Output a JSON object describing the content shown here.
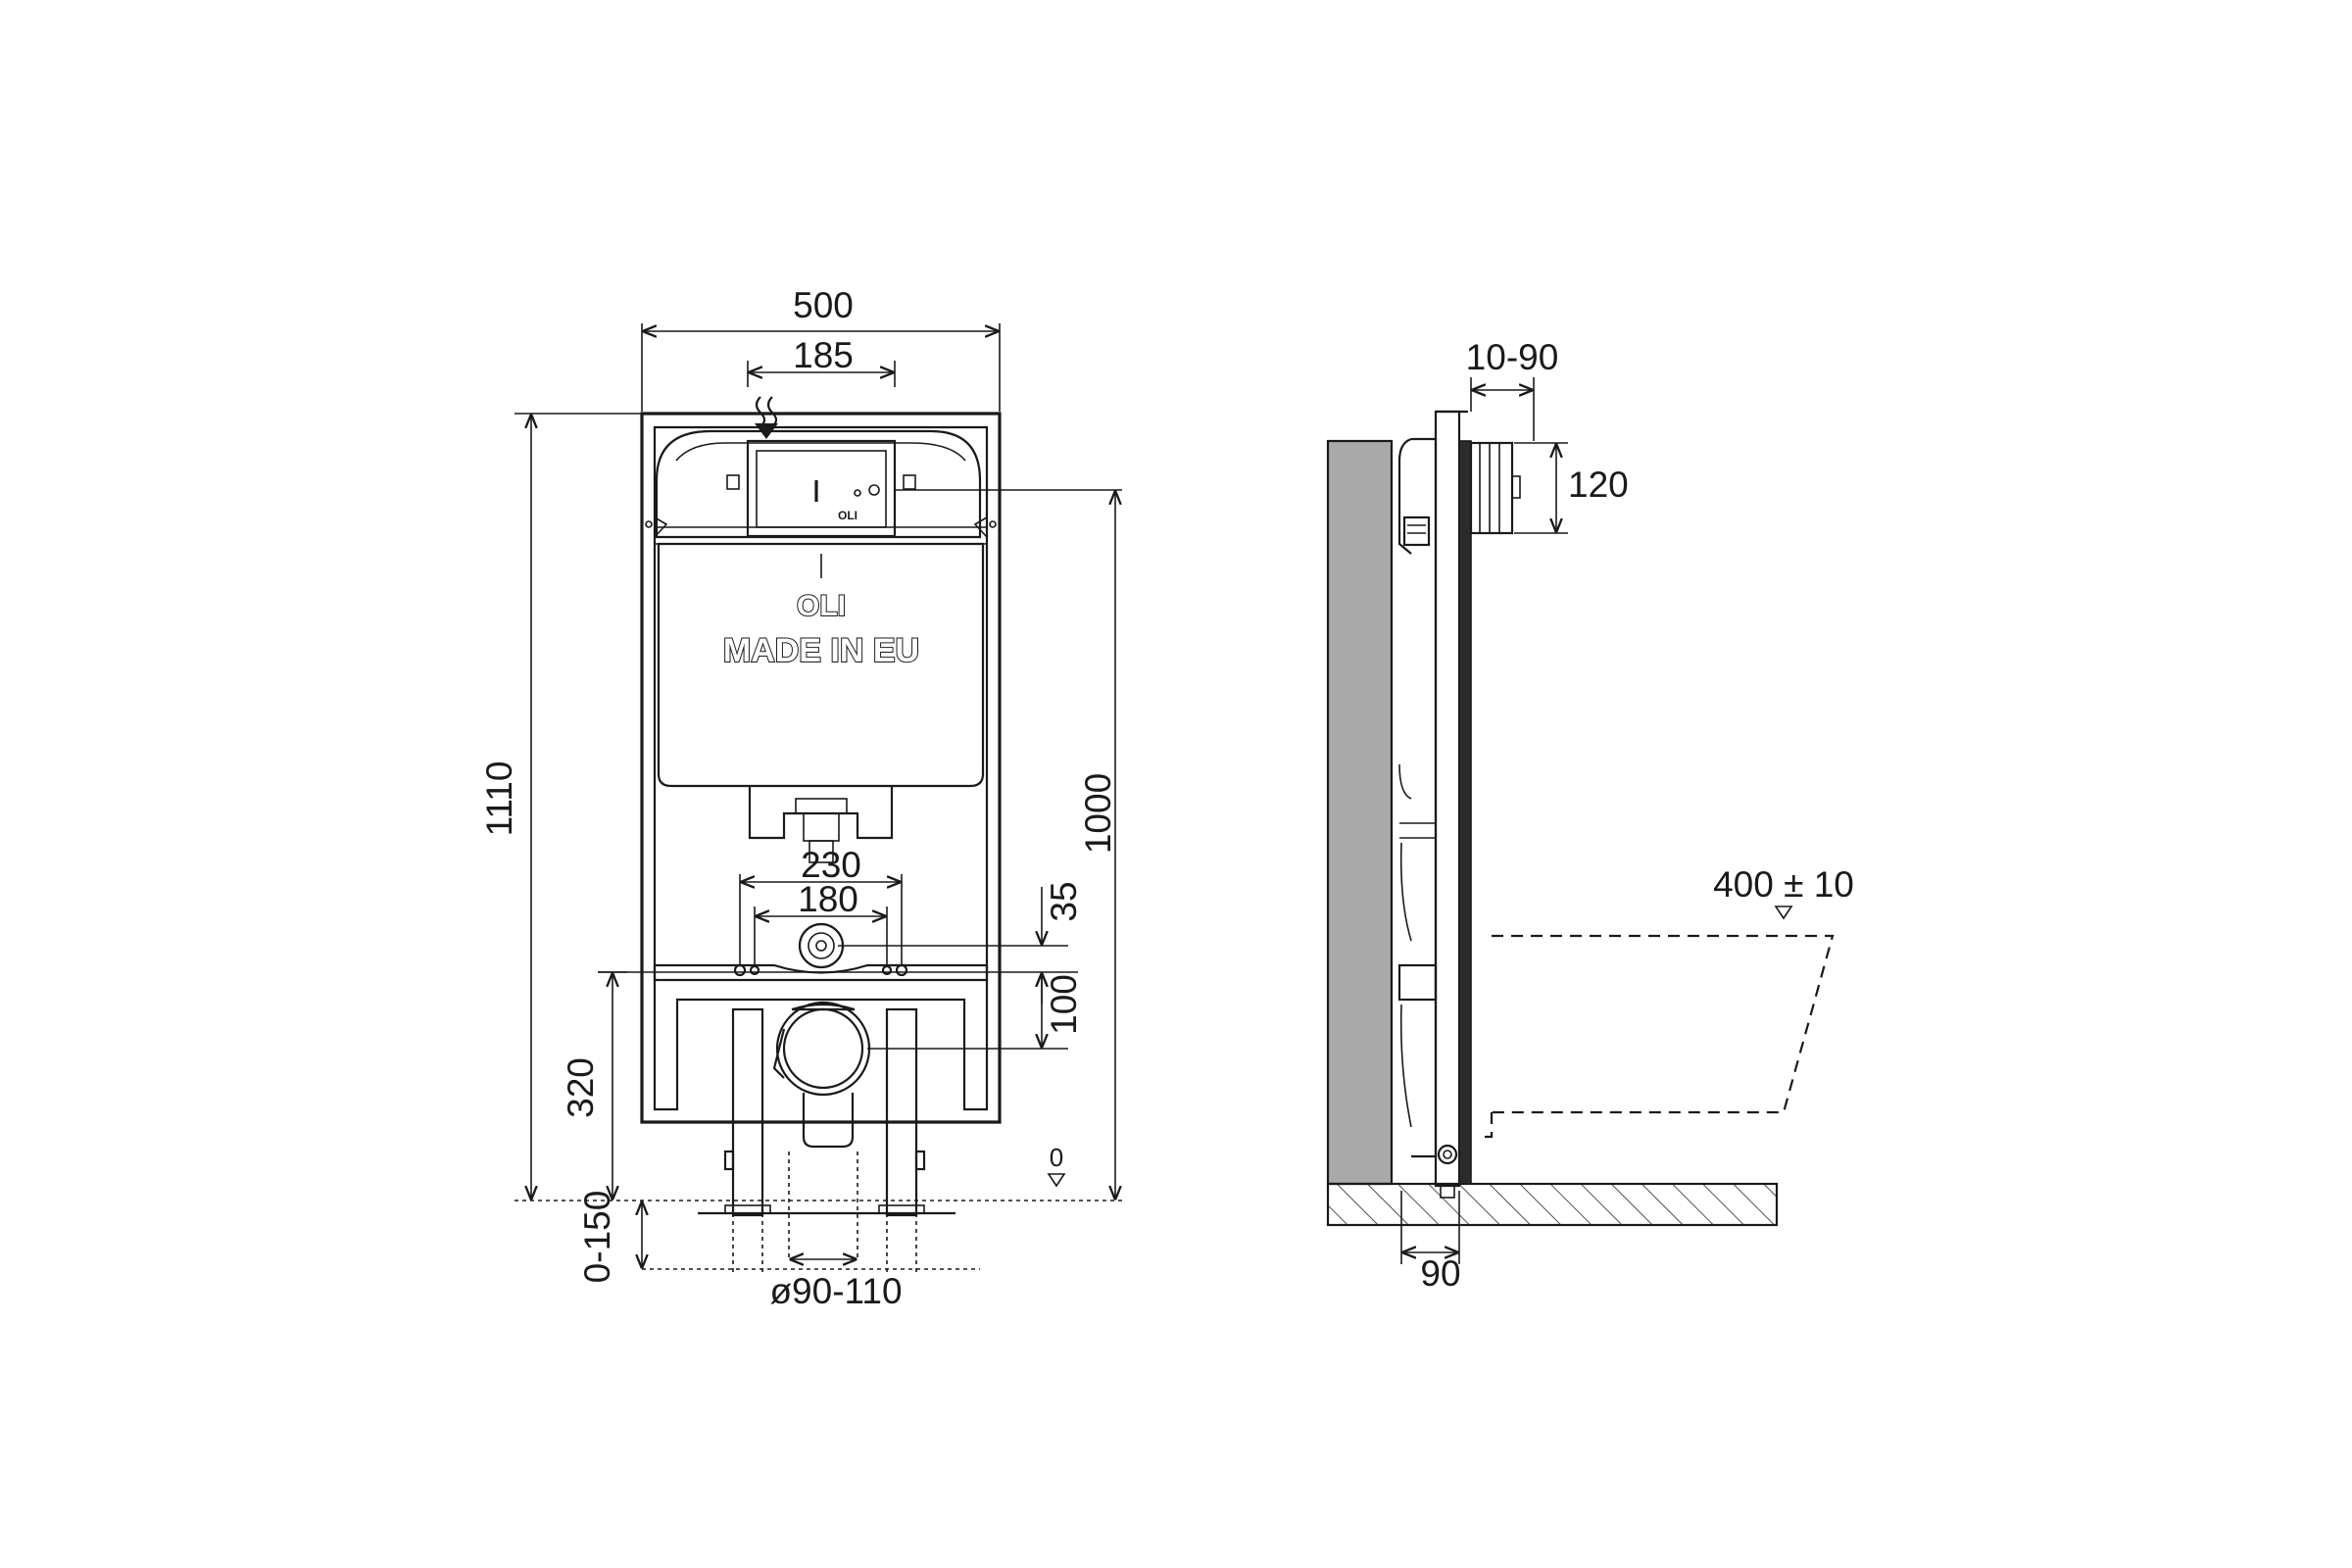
{
  "front_view": {
    "brand": "OLI",
    "made_in": "MADE IN EU",
    "plate_brand": "OLI",
    "dimensions": {
      "width_total": "500",
      "flush_plate_width": "185",
      "height_total": "1110",
      "height_to_flush": "1000",
      "fixing_studs_outer": "230",
      "fixing_studs_inner": "180",
      "stud_offset": "35",
      "stud_to_outlet": "100",
      "outlet_height": "320",
      "leg_adjust": "0-150",
      "outlet_diameter": "ø90-110",
      "floor_level": "0"
    }
  },
  "side_view": {
    "dimensions": {
      "wall_depth": "10-90",
      "plate_height": "120",
      "bowl_height": "400 ± 10",
      "frame_depth": "90"
    }
  },
  "colors": {
    "line": "#1a1a1a",
    "wall_fill": "#a9a9a9",
    "frame_fill": "#2b2b2b",
    "background": "#ffffff"
  }
}
